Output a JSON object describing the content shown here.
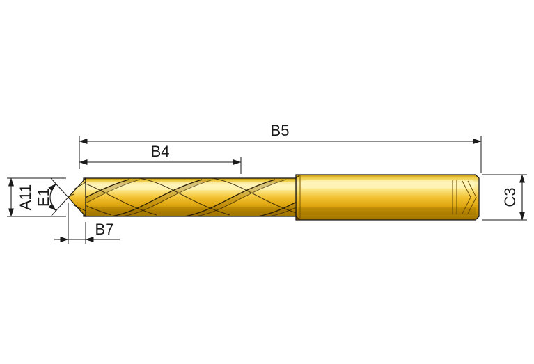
{
  "labels": {
    "b5": "B5",
    "b4": "B4",
    "b7": "B7",
    "a11": "A11",
    "e1": "E1",
    "c3": "C3"
  },
  "colors": {
    "background": "#ffffff",
    "line": "#1a1a1a",
    "drill_gold": "#f2c233",
    "drill_gold_light": "#fdf2ae",
    "drill_gold_dark": "#9a7000",
    "flute_line": "#2b1f00"
  }
}
